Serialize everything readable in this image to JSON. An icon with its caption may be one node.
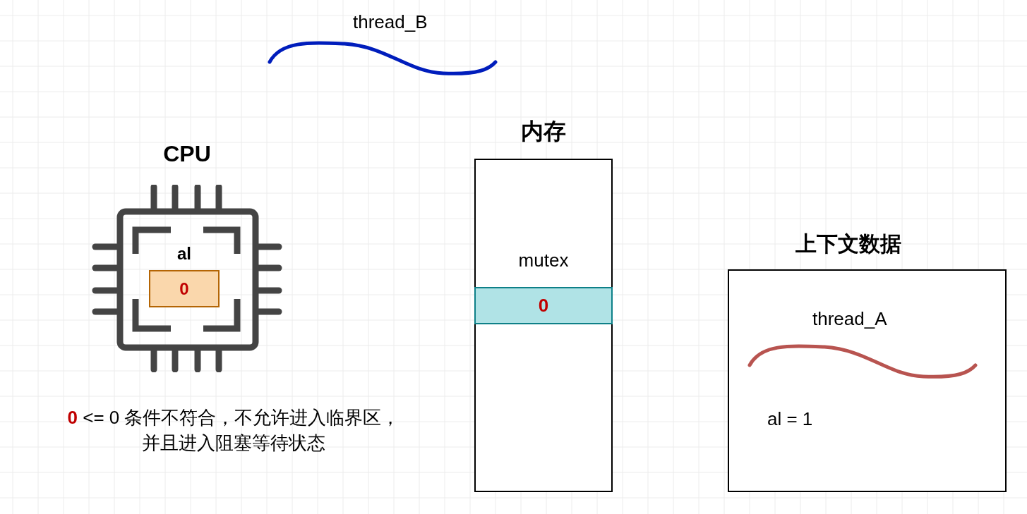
{
  "diagram": {
    "nodes": [
      {
        "text": [
          "CPU"
        ]
      },
      {
        "text": [
          "al",
          "0"
        ],
        "in": 0
      },
      {
        "text": [
          "内存"
        ]
      },
      {
        "text": [
          "mutex",
          "0"
        ],
        "in": 2
      },
      {
        "text": [
          "上下文数据",
          "thread_A",
          "al = 1"
        ]
      }
    ],
    "labels": [
      "thread_B",
      "**0** <= 0 条件不符合，不允许进入临界区，并且进入阻塞等待状态"
    ]
  }
}
